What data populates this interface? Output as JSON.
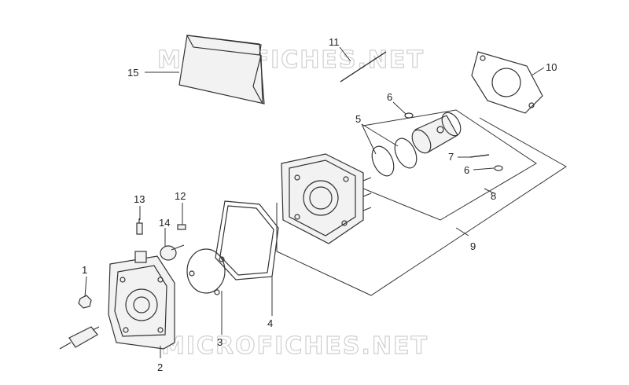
{
  "watermark": "MICROFICHES.NET",
  "callouts": [
    "1",
    "2",
    "3",
    "4",
    "5",
    "6",
    "7",
    "8",
    "9",
    "10",
    "11",
    "12",
    "13",
    "14",
    "15"
  ],
  "callout6_repeat": "6"
}
